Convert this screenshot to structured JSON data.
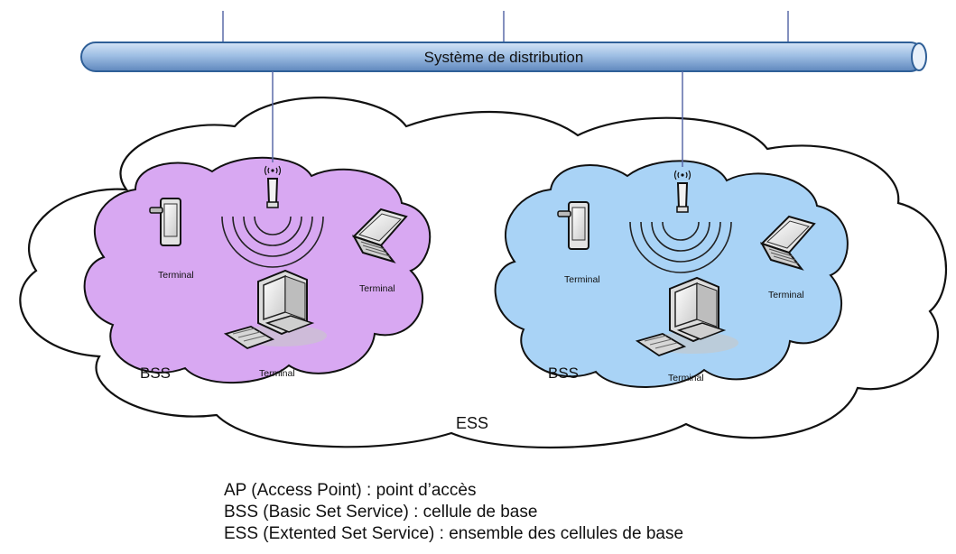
{
  "diagram": {
    "bus_label": "Système de distribution",
    "ess_label": "ESS",
    "cells": [
      {
        "label": "BSS",
        "color": "#d8a8f2",
        "terminals": [
          "Terminal",
          "Terminal",
          "Terminal"
        ]
      },
      {
        "label": "BSS",
        "color": "#a9d3f6",
        "terminals": [
          "Terminal",
          "Terminal",
          "Terminal"
        ]
      }
    ]
  },
  "legend": [
    "AP (Access Point) : point d’accès",
    "BSS (Basic Set Service) : cellule de base",
    "ESS (Extented Set Service) : ensemble des cellules de base"
  ],
  "colors": {
    "bus_fill": "#8fb3dd",
    "bus_stroke": "#2f5f97",
    "line": "#5a6aa8"
  }
}
